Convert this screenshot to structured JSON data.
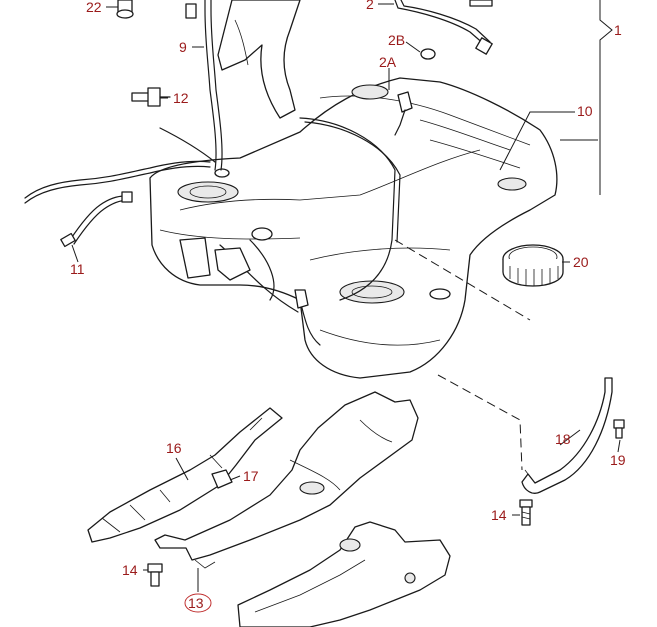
{
  "callouts": {
    "c1": "1",
    "c2": "2",
    "c2a": "2A",
    "c2b": "2B",
    "c9": "9",
    "c10": "10",
    "c11": "11",
    "c12": "12",
    "c13": "13",
    "c14a": "14",
    "c14b": "14",
    "c16": "16",
    "c17": "17",
    "c18": "18",
    "c19": "19",
    "c20": "20",
    "c22": "22"
  },
  "colors": {
    "callout_text": "#9a1a1a",
    "line": "#1a1a1a"
  }
}
